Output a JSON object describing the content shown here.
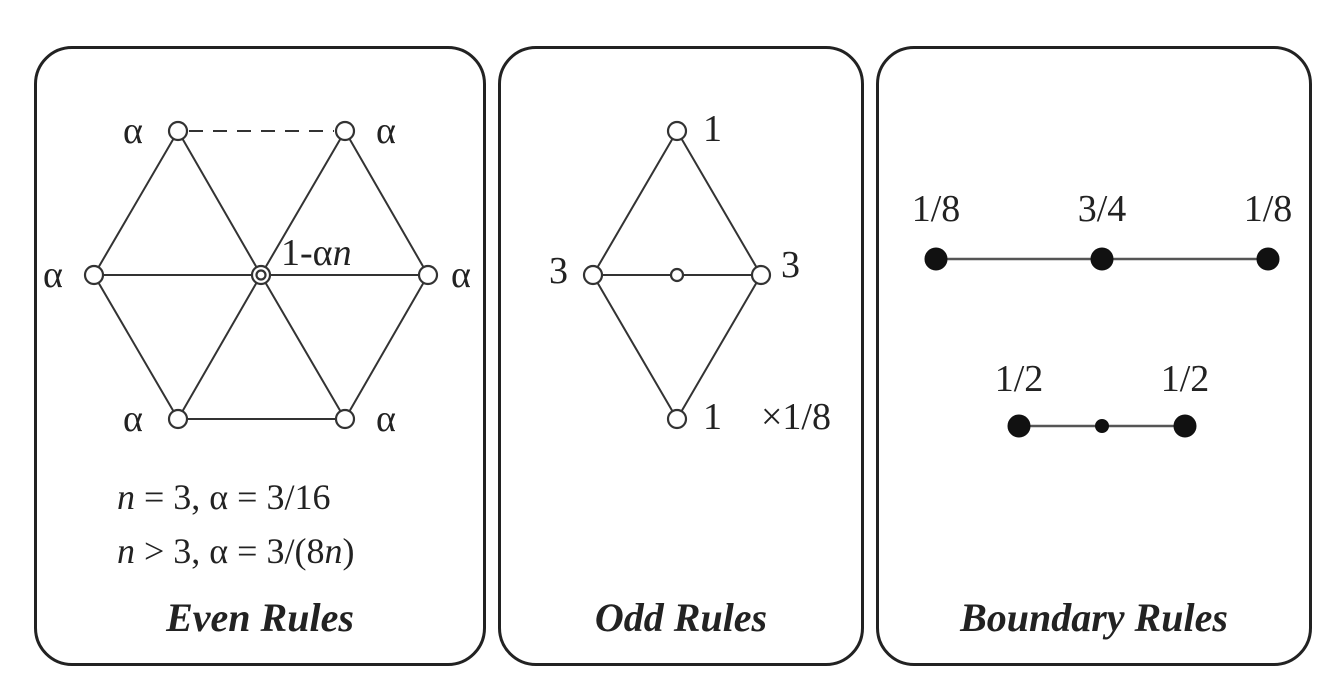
{
  "panels": {
    "even": {
      "caption": "Even Rules",
      "weights": {
        "top_left": "α",
        "top_right": "α",
        "left": "α",
        "right": "α",
        "bottom_left": "α",
        "bottom_right": "α",
        "center_prefix": "1-α",
        "center_var": "n"
      },
      "formula1": {
        "var": "n",
        "rest": " = 3, α = 3/16"
      },
      "formula2": {
        "var": "n",
        "mid": " > 3, α = 3/(8",
        "var2": "n",
        "end": ")"
      }
    },
    "odd": {
      "caption": "Odd Rules",
      "weights": {
        "top": "1",
        "left": "3",
        "right": "3",
        "bottom": "1"
      },
      "scale": "×1/8"
    },
    "boundary": {
      "caption": "Boundary Rules",
      "row1": [
        "1/8",
        "3/4",
        "1/8"
      ],
      "row2": [
        "1/2",
        "1/2"
      ]
    }
  },
  "colors": {
    "stroke": "#333333",
    "border": "#222222",
    "filled_vertex": "#111111",
    "background": "#ffffff"
  }
}
